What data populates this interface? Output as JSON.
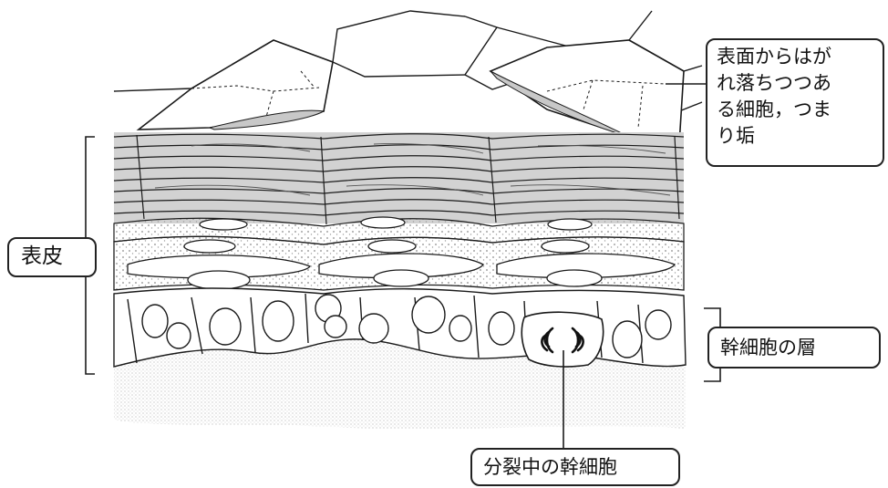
{
  "labels": {
    "flaking_cells": [
      "表面からはが",
      "れ落ちつつあ",
      "る細胞，つま",
      "り垢"
    ],
    "epidermis": "表皮",
    "stem_cell_layer": "幹細胞の層",
    "dividing_stem_cell": "分裂中の幹細胞"
  },
  "colors": {
    "line": "#1a1a1a",
    "shading": "#c8c8c8",
    "stipple": "#9a9a9a",
    "dermis": "#ececec"
  }
}
